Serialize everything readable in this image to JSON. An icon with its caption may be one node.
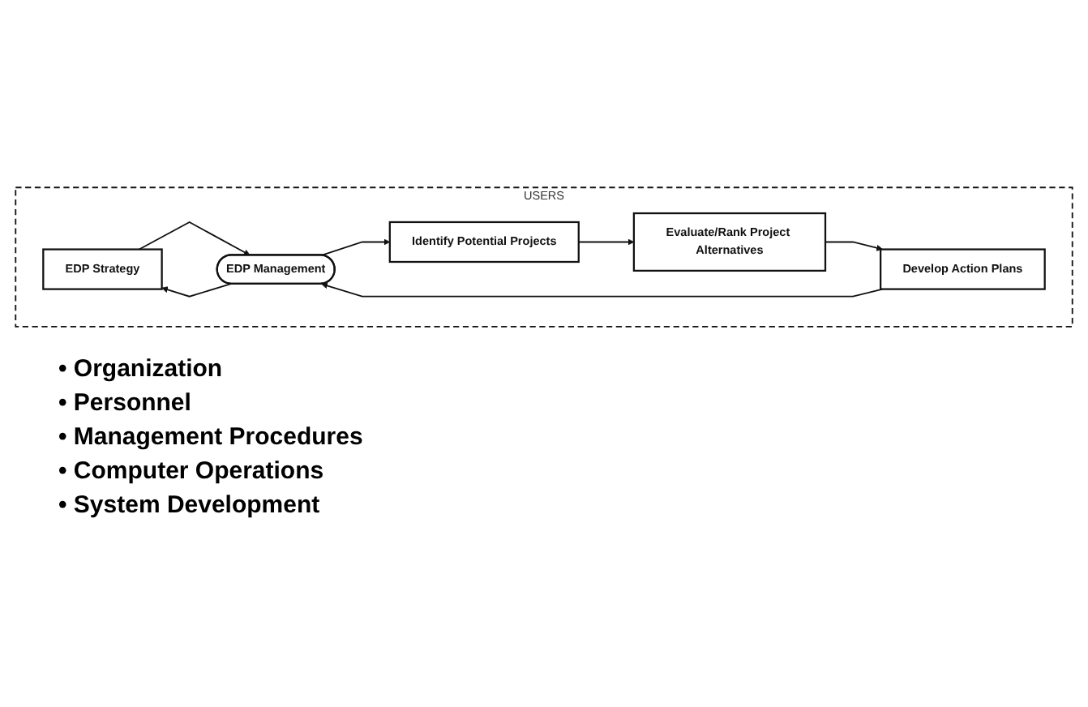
{
  "diagram": {
    "nodes": [
      {
        "text": [
          "USERS"
        ]
      },
      {
        "text": [
          "EDP Strategy"
        ],
        "in": 0
      },
      {
        "text": [
          "EDP Management"
        ],
        "in": 0
      },
      {
        "text": [
          "Identify Potential Projects"
        ],
        "in": 0
      },
      {
        "text": [
          "Evaluate/Rank Project Alternatives"
        ],
        "in": 0
      },
      {
        "text": [
          "Develop Action Plans"
        ],
        "in": 0
      }
    ],
    "edges": [
      {
        "from": 1,
        "to": 2,
        "arrow": "to"
      },
      {
        "from": 2,
        "to": 1,
        "arrow": "to"
      },
      {
        "from": 2,
        "to": 3,
        "arrow": "to"
      },
      {
        "from": 3,
        "to": 4,
        "arrow": "to"
      },
      {
        "from": 4,
        "to": 5,
        "arrow": "to"
      },
      {
        "from": 5,
        "to": 2,
        "arrow": "to"
      }
    ],
    "labels": [
      "• Organization",
      "• Personnel",
      "• Management Procedures",
      "• Computer Operations",
      "• System Development"
    ]
  }
}
